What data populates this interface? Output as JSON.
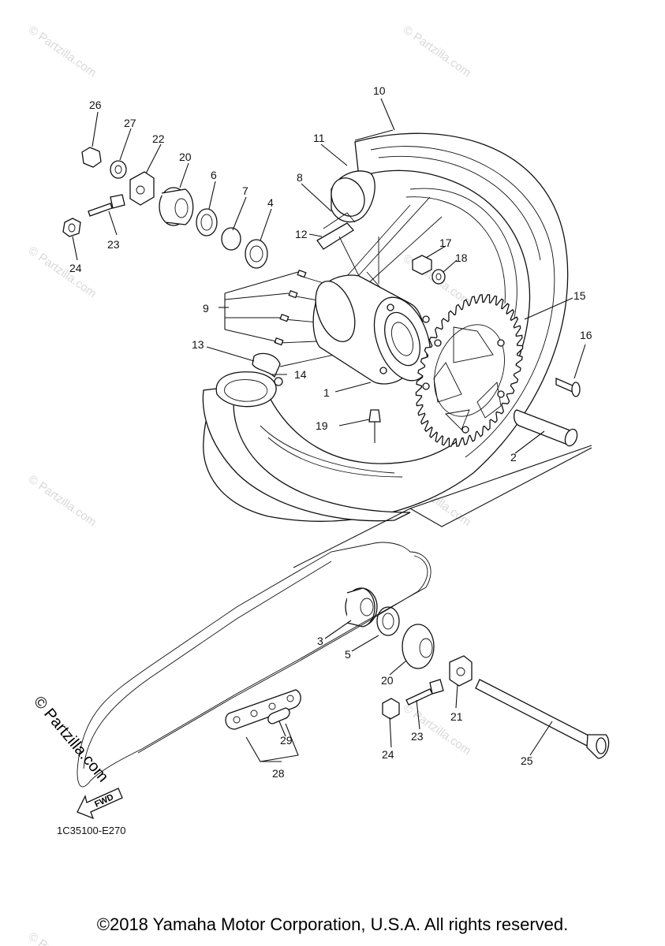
{
  "diagram_code": "1C35100-E270",
  "copyright": "©2018 Yamaha Motor Corporation, U.S.A. All rights reserved.",
  "watermark": "© Partzilla.com",
  "side_watermark": "© Partzilla.com",
  "fwd_label": "FWD",
  "callouts": [
    "1",
    "2",
    "3",
    "4",
    "5",
    "6",
    "7",
    "8",
    "9",
    "10",
    "11",
    "12",
    "13",
    "14",
    "15",
    "16",
    "17",
    "18",
    "19",
    "20",
    "20",
    "21",
    "22",
    "23",
    "23",
    "24",
    "24",
    "25",
    "26",
    "27",
    "28",
    "29"
  ]
}
